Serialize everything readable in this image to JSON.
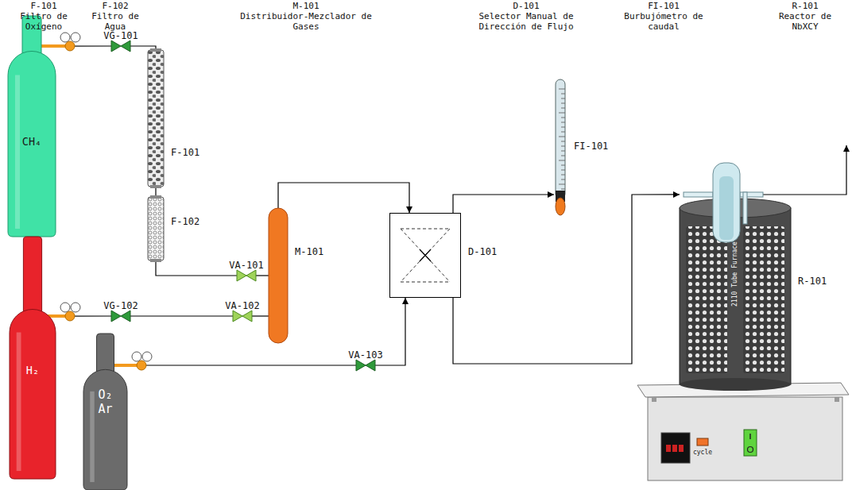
{
  "diagram": {
    "nodes": [
      {
        "text": [
          "CH₄"
        ]
      },
      {
        "text": [
          "VG-101"
        ]
      },
      {
        "text": [
          "F-101"
        ]
      },
      {
        "text": [
          "F-102"
        ]
      },
      {
        "text": [
          "H₂"
        ]
      },
      {
        "text": [
          "VG-102"
        ]
      },
      {
        "text": [
          "VA-101"
        ]
      },
      {
        "text": [
          "VA-102"
        ]
      },
      {
        "text": [
          "M-101"
        ]
      },
      {
        "text": [
          "O₂ Ar"
        ]
      },
      {
        "text": [
          "VA-103"
        ]
      },
      {
        "text": [
          "D-101"
        ]
      },
      {
        "text": [
          "FI-101"
        ]
      },
      {
        "text": [
          "R-101"
        ]
      }
    ],
    "edges": [
      {
        "from": 0,
        "to": 1,
        "arrow": "none"
      },
      {
        "from": 1,
        "to": 2,
        "arrow": "none"
      },
      {
        "from": 2,
        "to": 3,
        "arrow": "none"
      },
      {
        "from": 3,
        "to": 6,
        "arrow": "none"
      },
      {
        "from": 4,
        "to": 5,
        "arrow": "none"
      },
      {
        "from": 5,
        "to": 7,
        "arrow": "none"
      },
      {
        "from": 6,
        "to": 8,
        "arrow": "none"
      },
      {
        "from": 7,
        "to": 8,
        "arrow": "none"
      },
      {
        "from": 8,
        "to": 11,
        "arrow": "to"
      },
      {
        "from": 9,
        "to": 10,
        "arrow": "none"
      },
      {
        "from": 10,
        "to": 11,
        "arrow": "to"
      },
      {
        "from": 11,
        "to": 12,
        "arrow": "to"
      },
      {
        "from": 11,
        "to": 13,
        "arrow": "to"
      }
    ],
    "labels": [
      "F-101",
      "Filtro de Oxígeno",
      "F-102",
      "Filtro de Agua",
      "M-101",
      "Distribuidor-Mezclador de Gases",
      "D-101",
      "Selector Manual de Dirección de Flujo",
      "FI-101",
      "Burbujómetro de caudal",
      "R-101",
      "Reactor de NbXCY",
      "2110 Tube Furnace",
      "cycle"
    ]
  }
}
